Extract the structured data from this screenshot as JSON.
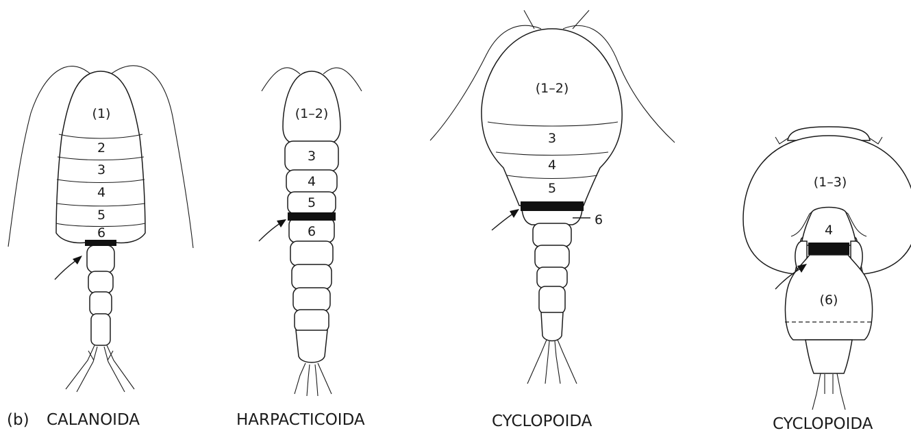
{
  "panel_label": "(b)",
  "specimens": [
    {
      "caption": "CALANOIDA",
      "segments": [
        "(1)",
        "2",
        "3",
        "4",
        "5",
        "6"
      ]
    },
    {
      "caption": "HARPACTICOIDA",
      "segments": [
        "(1–2)",
        "3",
        "4",
        "5",
        "6"
      ]
    },
    {
      "caption": "CYCLOPOIDA",
      "segments": [
        "(1–2)",
        "3",
        "4",
        "5",
        "6"
      ]
    },
    {
      "caption": "CYCLOPOIDA",
      "segments": [
        "(1–3)",
        "4",
        "(6)"
      ]
    }
  ]
}
